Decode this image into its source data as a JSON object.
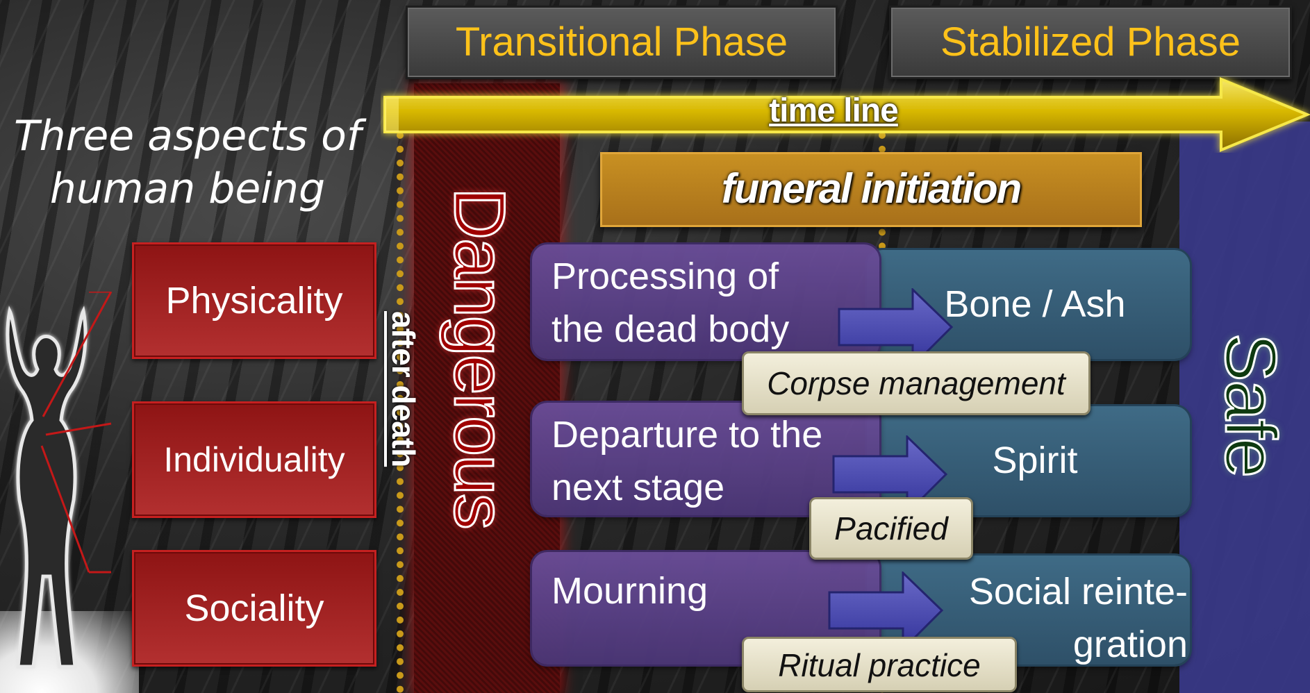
{
  "phases": {
    "transitional": "Transitional Phase",
    "stabilized": "Stabilized Phase"
  },
  "timeline": {
    "label": "time line"
  },
  "funeral_label": "funeral initiation",
  "aspects": {
    "title_line1": "Three aspects of",
    "title_line2": "human being",
    "items": [
      "Physicality",
      "Individuality",
      "Sociality"
    ]
  },
  "vertical_labels": {
    "after_death": "after death",
    "dangerous": "Dangerous",
    "safe": "Safe"
  },
  "rows": [
    {
      "process_line1": "Processing of",
      "process_line2": "the dead body",
      "result_line1": "Bone / Ash",
      "result_line2": "",
      "tag": "Corpse management"
    },
    {
      "process_line1": "Departure to the",
      "process_line2": "next stage",
      "result_line1": "Spirit",
      "result_line2": "",
      "tag": "Pacified"
    },
    {
      "process_line1": "Mourning",
      "process_line2": "",
      "result_line1": "Social reinte-",
      "result_line2": "gration",
      "tag": "Ritual practice"
    }
  ],
  "colors": {
    "phase_text": "#ffc21a",
    "timeline_arrow": "#d7bd00",
    "danger_band": "#5a0d0d",
    "safe_band": "#3a3a8a",
    "aspect_box": "#a32424",
    "process_box": "#5a4186",
    "result_box": "#356079",
    "tag_box": "#e8e2c8"
  }
}
